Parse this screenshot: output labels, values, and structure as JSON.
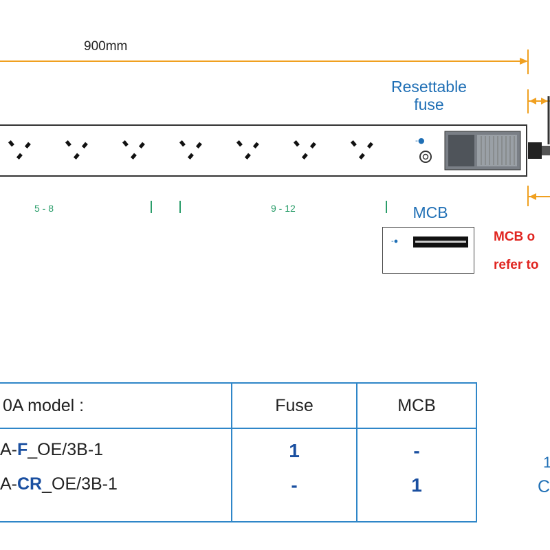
{
  "dimension": {
    "length_label": "900mm"
  },
  "labels": {
    "resettable_fuse_line1": "Resettable",
    "resettable_fuse_line2": "fuse",
    "group_5_8": "5 - 8",
    "group_9_12": "9 - 12",
    "mcb_title": "MCB",
    "mcb_note_line1": "MCB o",
    "mcb_note_line2": "refer to",
    "right_edge_1": "1",
    "right_edge_c": "C"
  },
  "table": {
    "header": {
      "model": "0A model :",
      "fuse": "Fuse",
      "mcb": "MCB"
    },
    "rows": [
      {
        "prefix": "A-",
        "code": "F",
        "suffix": "_OE/3B-1",
        "fuse": "1",
        "mcb": "-"
      },
      {
        "prefix": "A-",
        "code": "CR",
        "suffix": "_OE/3B-1",
        "fuse": "-",
        "mcb": "1"
      }
    ]
  },
  "colors": {
    "dimension_line": "#f0a020",
    "label_blue": "#1f6fb5",
    "warning_red": "#e0241f",
    "table_border": "#2f86c8",
    "group_green": "#2a9d6a"
  }
}
